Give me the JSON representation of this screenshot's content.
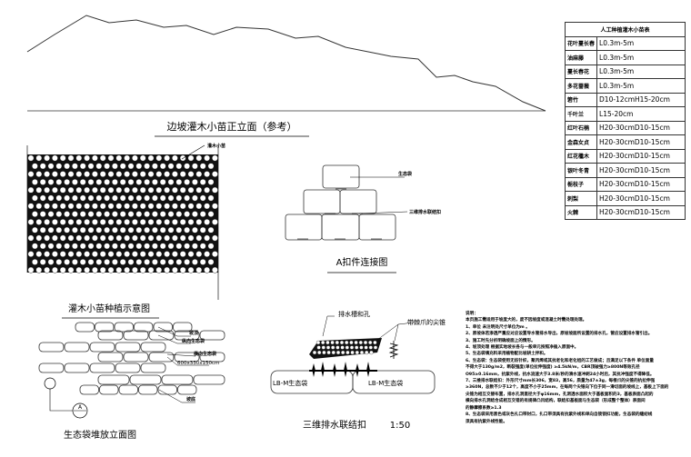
{
  "elevation": {
    "title": "边坡灌木小苗正立面（参考）"
  },
  "shrub_plan": {
    "label": "灌木小苗",
    "title": "灌木小苗种植示意图"
  },
  "bag_wall": {
    "title": "生态袋堆放立面图",
    "labels": [
      "坡顶",
      "纵向生态袋",
      "横向生态袋",
      "600x330x150cm",
      "坡底"
    ],
    "detail_marker": "A"
  },
  "clip_detail": {
    "title": "A扣件连接图",
    "labels": [
      "生态袋",
      "三维排水联结扣"
    ]
  },
  "drain_clip": {
    "title": "三维排水联结扣",
    "scale": "1:50",
    "labels": [
      "排水槽和孔",
      "带棘爪的尖锥",
      "LB-M生态袋",
      "LB-M生态袋"
    ]
  },
  "plant_table": {
    "title": "人工种植灌木小苗表",
    "rows": [
      {
        "name": "花叶蔓长春",
        "spec": "L0.3m-5m"
      },
      {
        "name": "油麻藤",
        "spec": "L0.3m-5m"
      },
      {
        "name": "蔓长春花",
        "spec": "L0.3m-5m"
      },
      {
        "name": "多花蔷薇",
        "spec": "L0.3m-5m"
      },
      {
        "name": "箬竹",
        "spec": "D10-12cmH15-20cm"
      },
      {
        "name": "千叶兰",
        "spec": "L15-20cm"
      },
      {
        "name": "红叶石楠",
        "spec": "H20-30cmD10-15cm"
      },
      {
        "name": "金森女贞",
        "spec": "H20-30cmD10-15cm"
      },
      {
        "name": "红花檵木",
        "spec": "H20-30cmD10-15cm"
      },
      {
        "name": "银叶冬青",
        "spec": "H20-30cmD10-15cm"
      },
      {
        "name": "栀枝子",
        "spec": "H20-30cmD10-15cm"
      },
      {
        "name": "刺梨",
        "spec": "H20-30cmD10-15cm"
      },
      {
        "name": "火棘",
        "spec": "H20-30cmD10-15cm"
      }
    ]
  },
  "notes": [
    "说明：",
    "本页施工需适用于坡度大的，废不因坡度或混凝土时需处理处理。",
    "1、单位 未注明处尺寸单位为m 。",
    "2、原坡体若渗透严重应对应设置导水管排水导出，原坡坡面所设置的排水孔，管应设置排水管引出。",
    "3、施工时先分析明确坡面上的情形。",
    "4、坡顶处理 根据实地坡长各与一般单元按照净插入原面中。",
    "5、生态袋填充料采用植物配比坡耕土拌和。",
    "6、生态袋：生态袋使用无纺针织，聚丙烯或其抗老化和老化组的工艺做成；且满足以下条件 单位面量",
    "不得大于130g/m2，断裂强度(单位拉伸强度)  ≥4.5kN/m，CBR顶破强力≥800N等效孔径",
    "O95≥0.16mm，抗紫外线，抗水流速大于3.8米/秒的滑水速冲刷24小时后，其抗冲强度不得降低。",
    "7、三维排水联结扣：外形尺寸mm长306，宽83，高56，质量为47±3g，每根爪的尖锥的抗拉伸强",
    "≥360N，总数不少于12个，高度不小于25mm，在每两个尖锥向下位于同一滑切面的坡线上，基板上下面的",
    "尖锥为相互交替布置，排水孔洞直径大于φ16mm，孔洞透水面积大于基板面积的3，基板表面凸起的",
    "横向排水孔洞结合成相互交错的有规律凸凹结构，联结扣基板面与生态袋（形成整个整体）表面间",
    "的静摩擦系数≥1.3",
    "8、生态袋采用黑色或灰色扎口带封口，扎口带须具有抗紫外线和单向自锁锁扣功能，生态袋的缝纫线",
    "须具有抗紫外线性能。"
  ]
}
